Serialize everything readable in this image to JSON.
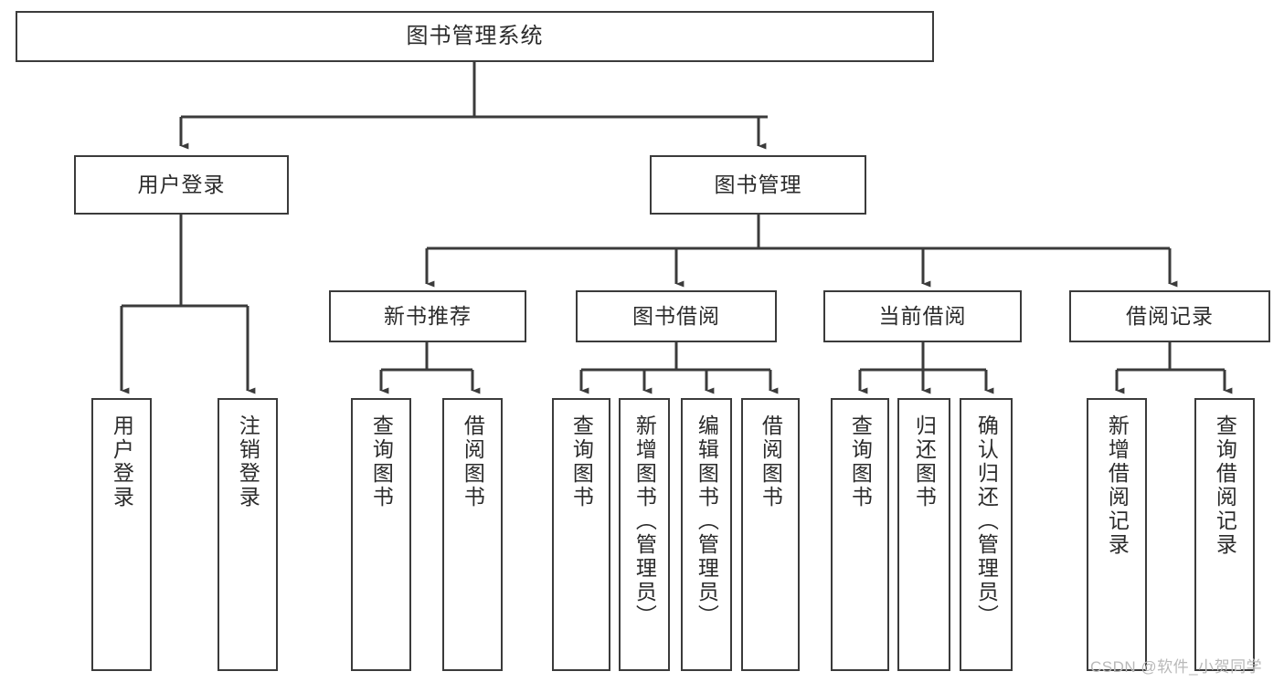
{
  "diagram": {
    "title": "图书管理系统",
    "type": "tree-hierarchy-diagram",
    "colors": {
      "box_border": "#3b3b3b",
      "box_fill": "#ffffff",
      "connector": "#3b3b3b",
      "text": "#2b2b2b",
      "watermark": "#b9b9b9",
      "background": "#ffffff"
    }
  },
  "root": {
    "label": "图书管理系统"
  },
  "level2": [
    {
      "label": "用户登录"
    },
    {
      "label": "图书管理"
    }
  ],
  "level3": [
    {
      "label": "新书推荐"
    },
    {
      "label": "图书借阅"
    },
    {
      "label": "当前借阅"
    },
    {
      "label": "借阅记录"
    }
  ],
  "leaves": {
    "user_login": [
      {
        "label": "用户登录"
      },
      {
        "label": "注销登录"
      }
    ],
    "new_book_recommend": [
      {
        "label": "查询图书"
      },
      {
        "label": "借阅图书"
      }
    ],
    "book_borrow": [
      {
        "label": "查询图书"
      },
      {
        "label": "新增图书（管理员）"
      },
      {
        "label": "编辑图书（管理员）"
      },
      {
        "label": "借阅图书"
      }
    ],
    "current_borrow": [
      {
        "label": "查询图书"
      },
      {
        "label": "归还图书"
      },
      {
        "label": "确认归还（管理员）"
      }
    ],
    "borrow_record": [
      {
        "label": "新增借阅记录"
      },
      {
        "label": "查询借阅记录"
      }
    ]
  },
  "watermark": {
    "text": "CSDN @软件_小贺同学"
  }
}
